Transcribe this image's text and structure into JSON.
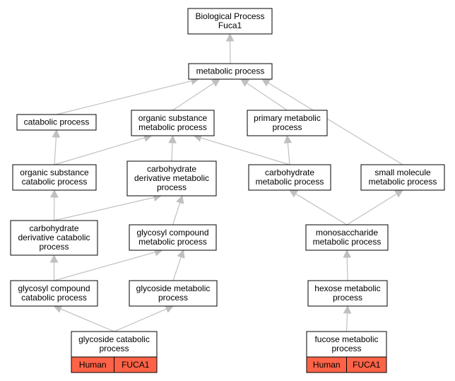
{
  "colors": {
    "annotation": "#ff6347",
    "edge": "#c0c0c0"
  },
  "nodes": [
    {
      "id": "bp",
      "lines": [
        "Biological Process",
        "Fuca1"
      ]
    },
    {
      "id": "meta",
      "lines": [
        "metabolic process"
      ]
    },
    {
      "id": "cat",
      "lines": [
        "catabolic process"
      ]
    },
    {
      "id": "orgsub",
      "lines": [
        "organic substance",
        "metabolic process"
      ]
    },
    {
      "id": "prim",
      "lines": [
        "primary metabolic",
        "process"
      ]
    },
    {
      "id": "orgcat",
      "lines": [
        "organic substance",
        "catabolic process"
      ]
    },
    {
      "id": "carbder",
      "lines": [
        "carbohydrate",
        "derivative metabolic",
        "process"
      ]
    },
    {
      "id": "carbmeta",
      "lines": [
        "carbohydrate",
        "metabolic process"
      ]
    },
    {
      "id": "smallmol",
      "lines": [
        "small molecule",
        "metabolic process"
      ]
    },
    {
      "id": "carbdercat",
      "lines": [
        "carbohydrate",
        "derivative catabolic",
        "process"
      ]
    },
    {
      "id": "glycomp",
      "lines": [
        "glycosyl compound",
        "metabolic process"
      ]
    },
    {
      "id": "mono",
      "lines": [
        "monosaccharide",
        "metabolic process"
      ]
    },
    {
      "id": "glycompcat",
      "lines": [
        "glycosyl compound",
        "catabolic process"
      ]
    },
    {
      "id": "glycmeta",
      "lines": [
        "glycoside metabolic",
        "process"
      ]
    },
    {
      "id": "hexose",
      "lines": [
        "hexose metabolic",
        "process"
      ]
    },
    {
      "id": "glyccat",
      "lines": [
        "glycoside catabolic",
        "process"
      ],
      "tags": [
        "Human",
        "FUCA1"
      ]
    },
    {
      "id": "fucose",
      "lines": [
        "fucose metabolic",
        "process"
      ],
      "tags": [
        "Human",
        "FUCA1"
      ]
    }
  ],
  "edges": [
    {
      "from": "meta",
      "to": "bp"
    },
    {
      "from": "cat",
      "to": "meta"
    },
    {
      "from": "orgsub",
      "to": "meta"
    },
    {
      "from": "prim",
      "to": "meta"
    },
    {
      "from": "smallmol",
      "to": "meta"
    },
    {
      "from": "orgcat",
      "to": "cat"
    },
    {
      "from": "orgcat",
      "to": "orgsub"
    },
    {
      "from": "carbder",
      "to": "orgsub"
    },
    {
      "from": "carbmeta",
      "to": "orgsub"
    },
    {
      "from": "carbmeta",
      "to": "prim"
    },
    {
      "from": "carbdercat",
      "to": "orgcat"
    },
    {
      "from": "carbdercat",
      "to": "carbder"
    },
    {
      "from": "glycomp",
      "to": "carbder"
    },
    {
      "from": "mono",
      "to": "carbmeta"
    },
    {
      "from": "mono",
      "to": "smallmol"
    },
    {
      "from": "glycompcat",
      "to": "carbdercat"
    },
    {
      "from": "glycompcat",
      "to": "glycomp"
    },
    {
      "from": "glycmeta",
      "to": "glycomp"
    },
    {
      "from": "hexose",
      "to": "mono"
    },
    {
      "from": "glyccat",
      "to": "glycompcat"
    },
    {
      "from": "glyccat",
      "to": "glycmeta"
    },
    {
      "from": "fucose",
      "to": "hexose"
    }
  ]
}
